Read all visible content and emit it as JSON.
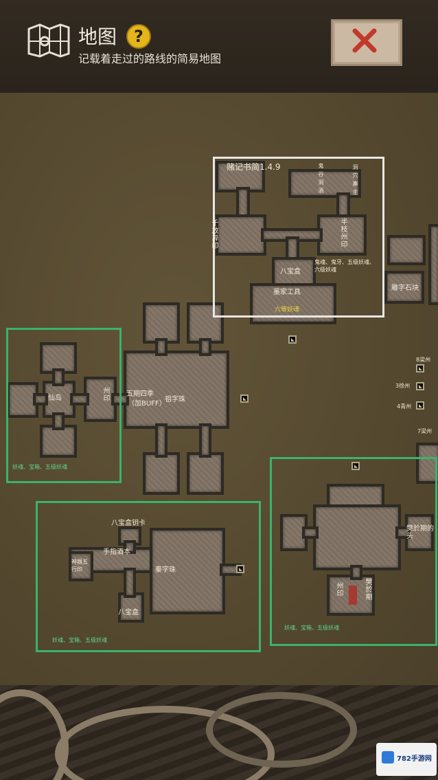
{
  "header": {
    "title": "地图",
    "help_icon": "question-icon",
    "help_label": "?",
    "subtitle": "记载着走过的路线的简易地图",
    "close_icon": "close-x-icon"
  },
  "map": {
    "labels": {
      "diary": "赌记书简1.4.9",
      "gui_ling_lu": "鬼谷洞酒",
      "dong_zhu": "洞穴寨主",
      "left_seal": "千放异印",
      "right_seal": "半枝州印",
      "ghost_desc": "鬼魂、鬼牙、五级妖魂、六级妖魂",
      "treasure_box_1": "八宝盒",
      "mo_tool": "墨家工具",
      "liu_ji": "六等妖魂",
      "diao_stone": "雕字石块",
      "xian_dao": "仙岛",
      "zhou_yin_1": "州印",
      "wu_qi_si_ji": "五期四季",
      "buff": "（加BUFF）",
      "ji_zi_zhu": "祖字珠",
      "green_note_1": "妖魂、宝箱、五级妖魂",
      "bao_key": "八宝盒钥卡",
      "shou_zhi": "手指酒本",
      "shen_qi": "神器五行印",
      "qin_zi_zhu": "秦字珠",
      "treasure_box_2": "八宝盒",
      "green_note_2": "妖魂、宝箱、五级妖魂",
      "fan_yu_qi_tou": "樊於期的头",
      "zhou_yin_2": "州印",
      "fan_yu_qi": "樊於期",
      "green_note_3": "妖魂、宝箱、五级妖魂",
      "zhou_8": "8梁州",
      "zhou_3": "3徐州",
      "zhou_4": "4青州",
      "zhou_7": "7梁州"
    }
  },
  "watermark": {
    "text": "782手游网"
  },
  "colors": {
    "parchment": "#54482f",
    "room_stone": "#7f7265",
    "white_frame": "#e9e6e4",
    "green_frame": "#3bb36b",
    "help_yellow": "#e4b51d",
    "close_red": "#c0392b"
  }
}
